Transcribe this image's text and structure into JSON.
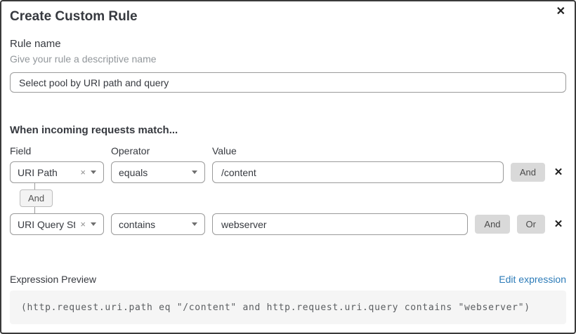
{
  "dialog": {
    "title": "Create Custom Rule"
  },
  "icons": {
    "close": "✕",
    "clear": "×",
    "remove_row": "✕"
  },
  "rule_name": {
    "label": "Rule name",
    "helper": "Give your rule a descriptive name",
    "value": "Select pool by URI path and query"
  },
  "matcher": {
    "heading": "When incoming requests match...",
    "column_headers": [
      "Field",
      "Operator",
      "Value"
    ],
    "connector_label": "And",
    "rows": [
      {
        "field": "URI Path",
        "operator": "equals",
        "value": "/content",
        "buttons": [
          "And"
        ]
      },
      {
        "field": "URI Query St...",
        "operator": "contains",
        "value": "webserver",
        "buttons": [
          "And",
          "Or"
        ]
      }
    ]
  },
  "expression": {
    "label": "Expression Preview",
    "edit_link": "Edit expression",
    "code": "(http.request.uri.path eq \"/content\" and http.request.uri.query contains \"webserver\")"
  },
  "colors": {
    "dialog_border": "#3a3a3a",
    "text": "#36393f",
    "muted_text": "#92979b",
    "input_border": "#9a9a9a",
    "logic_button_bg": "#d9d9d9",
    "chip_bg": "#f3f3f3",
    "chip_border": "#bdbdbd",
    "code_bg": "#f5f5f5",
    "code_text": "#5a5d60",
    "link_blue": "#2c7bb8"
  }
}
